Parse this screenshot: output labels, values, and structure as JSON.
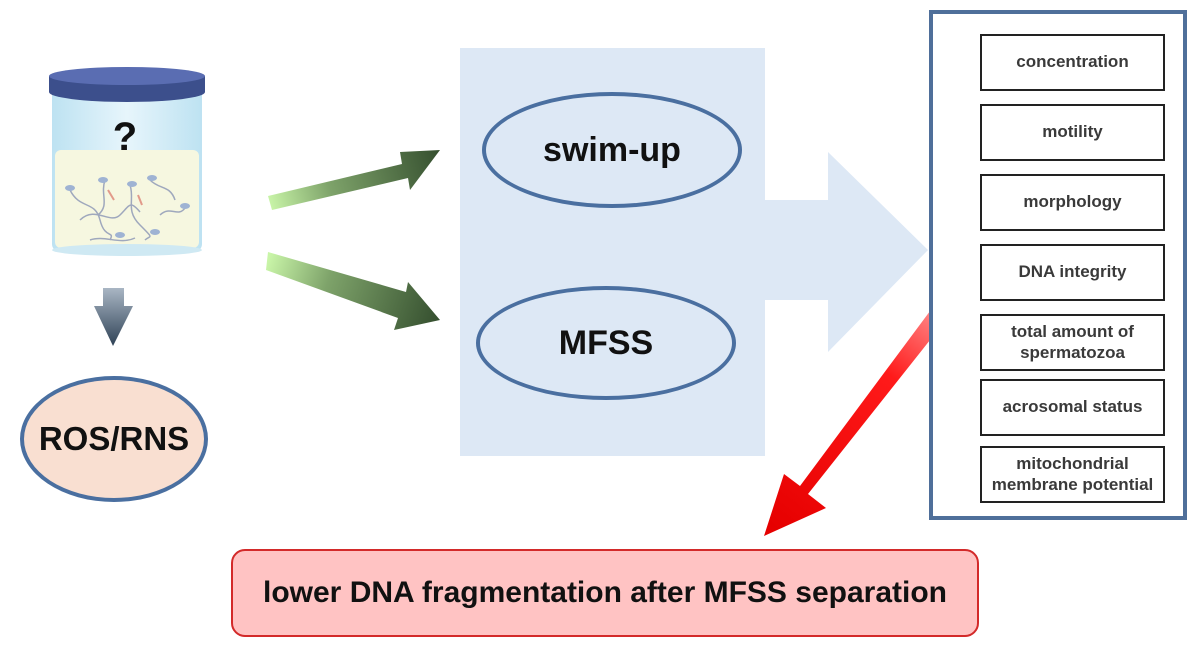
{
  "methods": {
    "swim_up": "swim-up",
    "mfss": "MFSS"
  },
  "sample": {
    "question_mark": "?"
  },
  "ros_label": "ROS/RNS",
  "parameters": [
    "concentration",
    "motility",
    "morphology",
    "DNA integrity",
    "total amount of spermatozoa",
    "acrosomal status",
    "mitochondrial membrane potential"
  ],
  "result": "lower DNA fragmentation after MFSS separation",
  "colors": {
    "panel": "#dde8f5",
    "ellipse_border": "#4a6fa0",
    "ros_fill": "#f9dfd1",
    "frame_border": "#4f6f9a",
    "result_fill": "#ffc3c3",
    "result_border": "#d32a2a",
    "red_arrow": "#ff1a1a",
    "green_arrow": "#3e5a38"
  },
  "icons": [
    "sample-jar-icon",
    "sperm-cells-icon",
    "down-arrow-icon",
    "green-arrow-icon",
    "big-pale-arrow-icon",
    "red-arrow-icon"
  ]
}
